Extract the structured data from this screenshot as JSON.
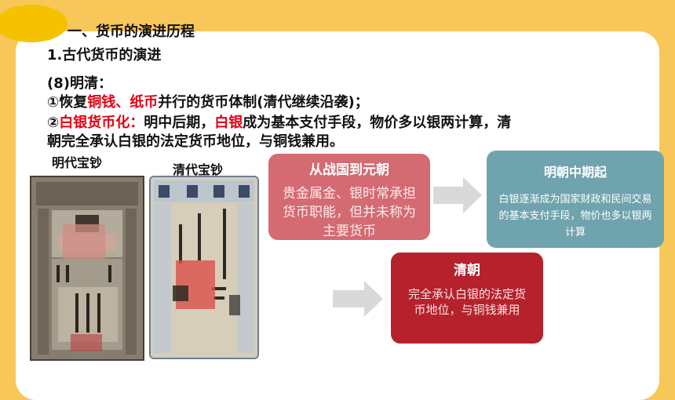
{
  "heading": {
    "section": "一、货币的演进历程",
    "subsection": "1.古代货币的演进",
    "period": "(8)明清："
  },
  "point1": {
    "prefix": "①恢复",
    "highlight": "铜钱、纸币",
    "suffix": "并行的货币体制(清代继续沿袭)；"
  },
  "point2": {
    "prefix": "②",
    "highlight1": "白银货币化：",
    "mid": "明中后期，",
    "highlight2": "白银",
    "suffix": "成为基本支付手段，物价多以银两计算，清",
    "line2": "朝完全承认白银的法定货币地位，与铜钱兼用。"
  },
  "images": {
    "ming_caption": "明代宝钞",
    "qing_caption": "清代宝钞"
  },
  "flow": {
    "box1": {
      "title": "从战国到元朝",
      "body": "贵金属金、银时常承担货币职能，但并未称为主要货币",
      "color": "#d46a72"
    },
    "box2": {
      "title": "明朝中期起",
      "body": "白银逐渐成为国家财政和民间交易的基本支付手段，物价也多以银两计算",
      "color": "#6fa3ad"
    },
    "box3": {
      "title": "清朝",
      "body": "完全承认白银的法定货币地位，与铜钱兼用",
      "color": "#b5222c"
    }
  },
  "colors": {
    "background": "#f7c75a",
    "accent_red": "#e60012",
    "arrow": "#d9d9d9"
  }
}
